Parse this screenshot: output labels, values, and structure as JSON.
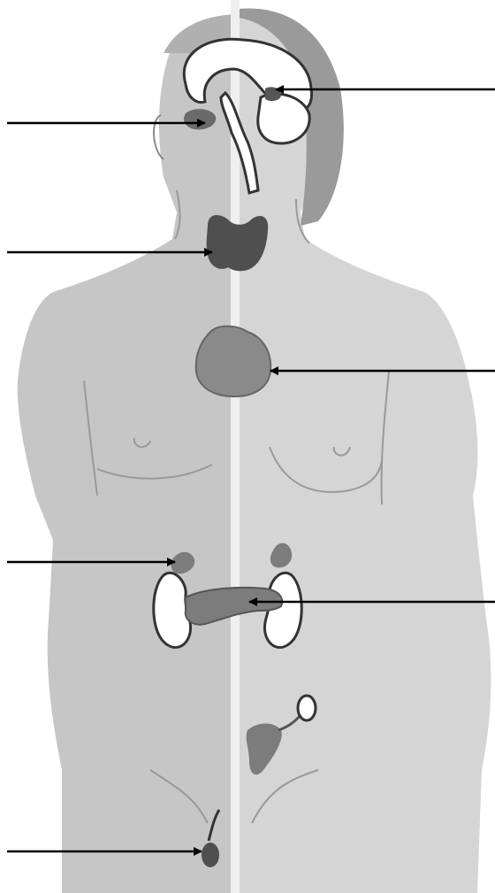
{
  "diagram": {
    "kind": "endocrine-system-figure",
    "colors": {
      "background": "#ffffff",
      "skin_left": "#c6c6c6",
      "skin_right": "#d5d5d5",
      "skin_shadow": "#b4b4b4",
      "head_dark": "#9a9a9a",
      "midline": "#efefef",
      "outline": "#777777",
      "organ_dark": "#4f4f4f",
      "organ_mid": "#7c7c7c",
      "brain_fill": "#ffffff",
      "arrow": "#000000"
    },
    "labels": {
      "pointers": [
        {
          "id": "pineal",
          "text": ""
        },
        {
          "id": "pituitary",
          "text": ""
        },
        {
          "id": "thyroid",
          "text": ""
        },
        {
          "id": "thymus",
          "text": ""
        },
        {
          "id": "adrenal",
          "text": ""
        },
        {
          "id": "pancreas",
          "text": ""
        },
        {
          "id": "testis",
          "text": ""
        }
      ]
    }
  }
}
